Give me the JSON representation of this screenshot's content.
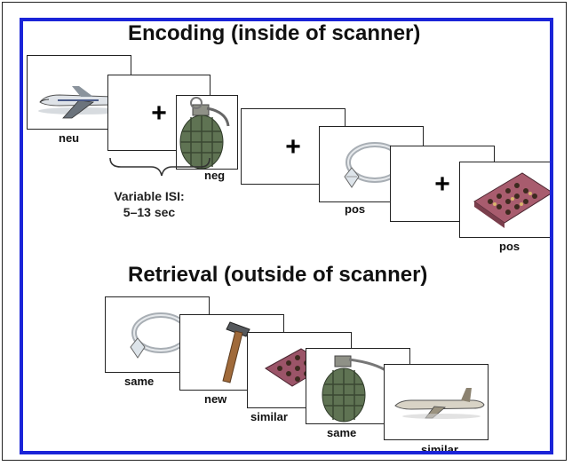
{
  "encoding": {
    "title": "Encoding (inside of scanner)",
    "fixation_symbol": "+",
    "labels": {
      "neu": "neu",
      "neg": "neg",
      "pos1": "pos",
      "pos2": "pos"
    },
    "isi_line1": "Variable ISI:",
    "isi_line2": "5–13 sec",
    "stimuli": [
      "airplane",
      "grenade",
      "ring",
      "chocolate-box"
    ]
  },
  "retrieval": {
    "title": "Retrieval (outside of scanner)",
    "labels": {
      "same1": "same",
      "new": "new",
      "similar1": "similar",
      "same2": "same",
      "similar2": "similar"
    },
    "stimuli": [
      "ring",
      "hammer",
      "chocolate-box",
      "grenade",
      "airplane"
    ]
  },
  "colors": {
    "frame": "#1a24d8",
    "border": "#222222"
  }
}
